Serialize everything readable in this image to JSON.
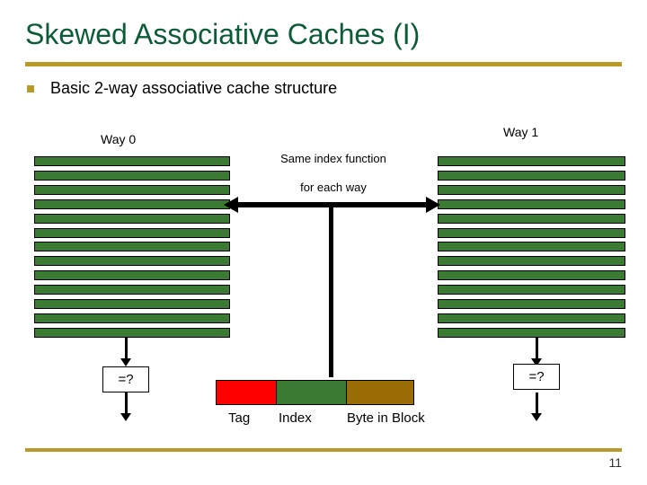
{
  "slide": {
    "title": "Skewed Associative Caches (I)",
    "title_color": "#0d5c38",
    "rule_color": "#b89a28",
    "page_number": "11",
    "background": "#ffffff"
  },
  "bullet": {
    "marker": "square-bullet-icon",
    "text": "Basic 2-way associative cache structure"
  },
  "diagram": {
    "way0": {
      "label": "Way 0",
      "line_count": 13,
      "line_color": "#3a7a33",
      "border_color": "#000000"
    },
    "way1": {
      "label": "Way 1",
      "line_count": 13,
      "line_color": "#3a7a33",
      "border_color": "#000000"
    },
    "center_note": {
      "line1": "Same index function",
      "line2": "for each way"
    },
    "horizontal_arrow": {
      "name": "double-headed-arrow-icon",
      "direction": "both"
    },
    "vertical_stem": {
      "name": "index-stem-line"
    },
    "comparators": [
      {
        "label": "=?",
        "side": "way0"
      },
      {
        "label": "=?",
        "side": "way1"
      }
    ],
    "address_bar": {
      "fields": [
        {
          "name": "Tag",
          "color": "#fe0000"
        },
        {
          "name": "Index",
          "color": "#3a7a33"
        },
        {
          "name": "Byte in Block",
          "color": "#9a6c06"
        }
      ]
    }
  }
}
